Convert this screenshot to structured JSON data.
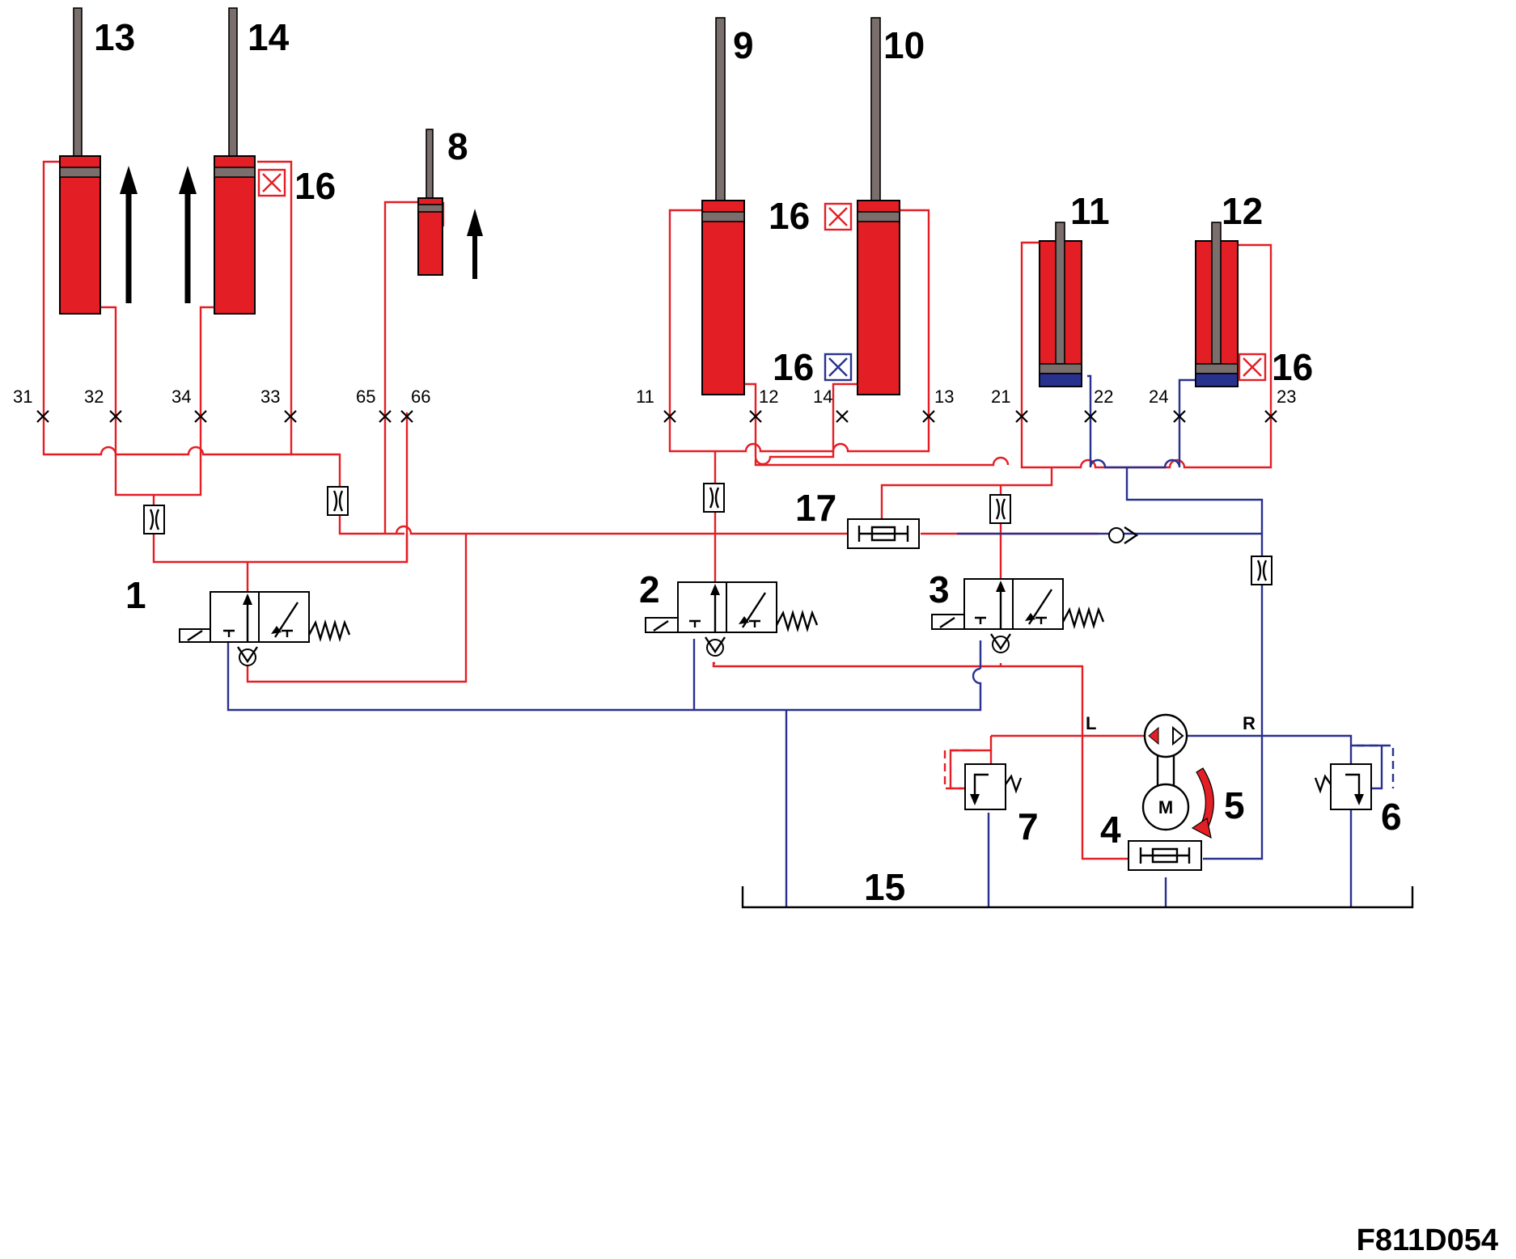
{
  "labels": {
    "l1": "1",
    "l2": "2",
    "l3": "3",
    "l4": "4",
    "l5": "5",
    "l6": "6",
    "l7": "7",
    "l8": "8",
    "l9": "9",
    "l10": "10",
    "l11": "11",
    "l12": "12",
    "l13": "13",
    "l14": "14",
    "l15": "15",
    "l16a": "16",
    "l16b": "16",
    "l16c": "16",
    "l16d": "16",
    "l17": "17"
  },
  "ports": {
    "p31": "31",
    "p32": "32",
    "p34": "34",
    "p33": "33",
    "p65": "65",
    "p66": "66",
    "p11": "11",
    "p12": "12",
    "p14": "14",
    "p13": "13",
    "p21": "21",
    "p22": "22",
    "p24": "24",
    "p23": "23"
  },
  "pump": {
    "left": "L",
    "right": "R",
    "motor": "M"
  },
  "figure_code": "F811D054",
  "colors": {
    "pressure": "#e31e25",
    "return": "#29318f",
    "rod": "#7a6f6c"
  }
}
